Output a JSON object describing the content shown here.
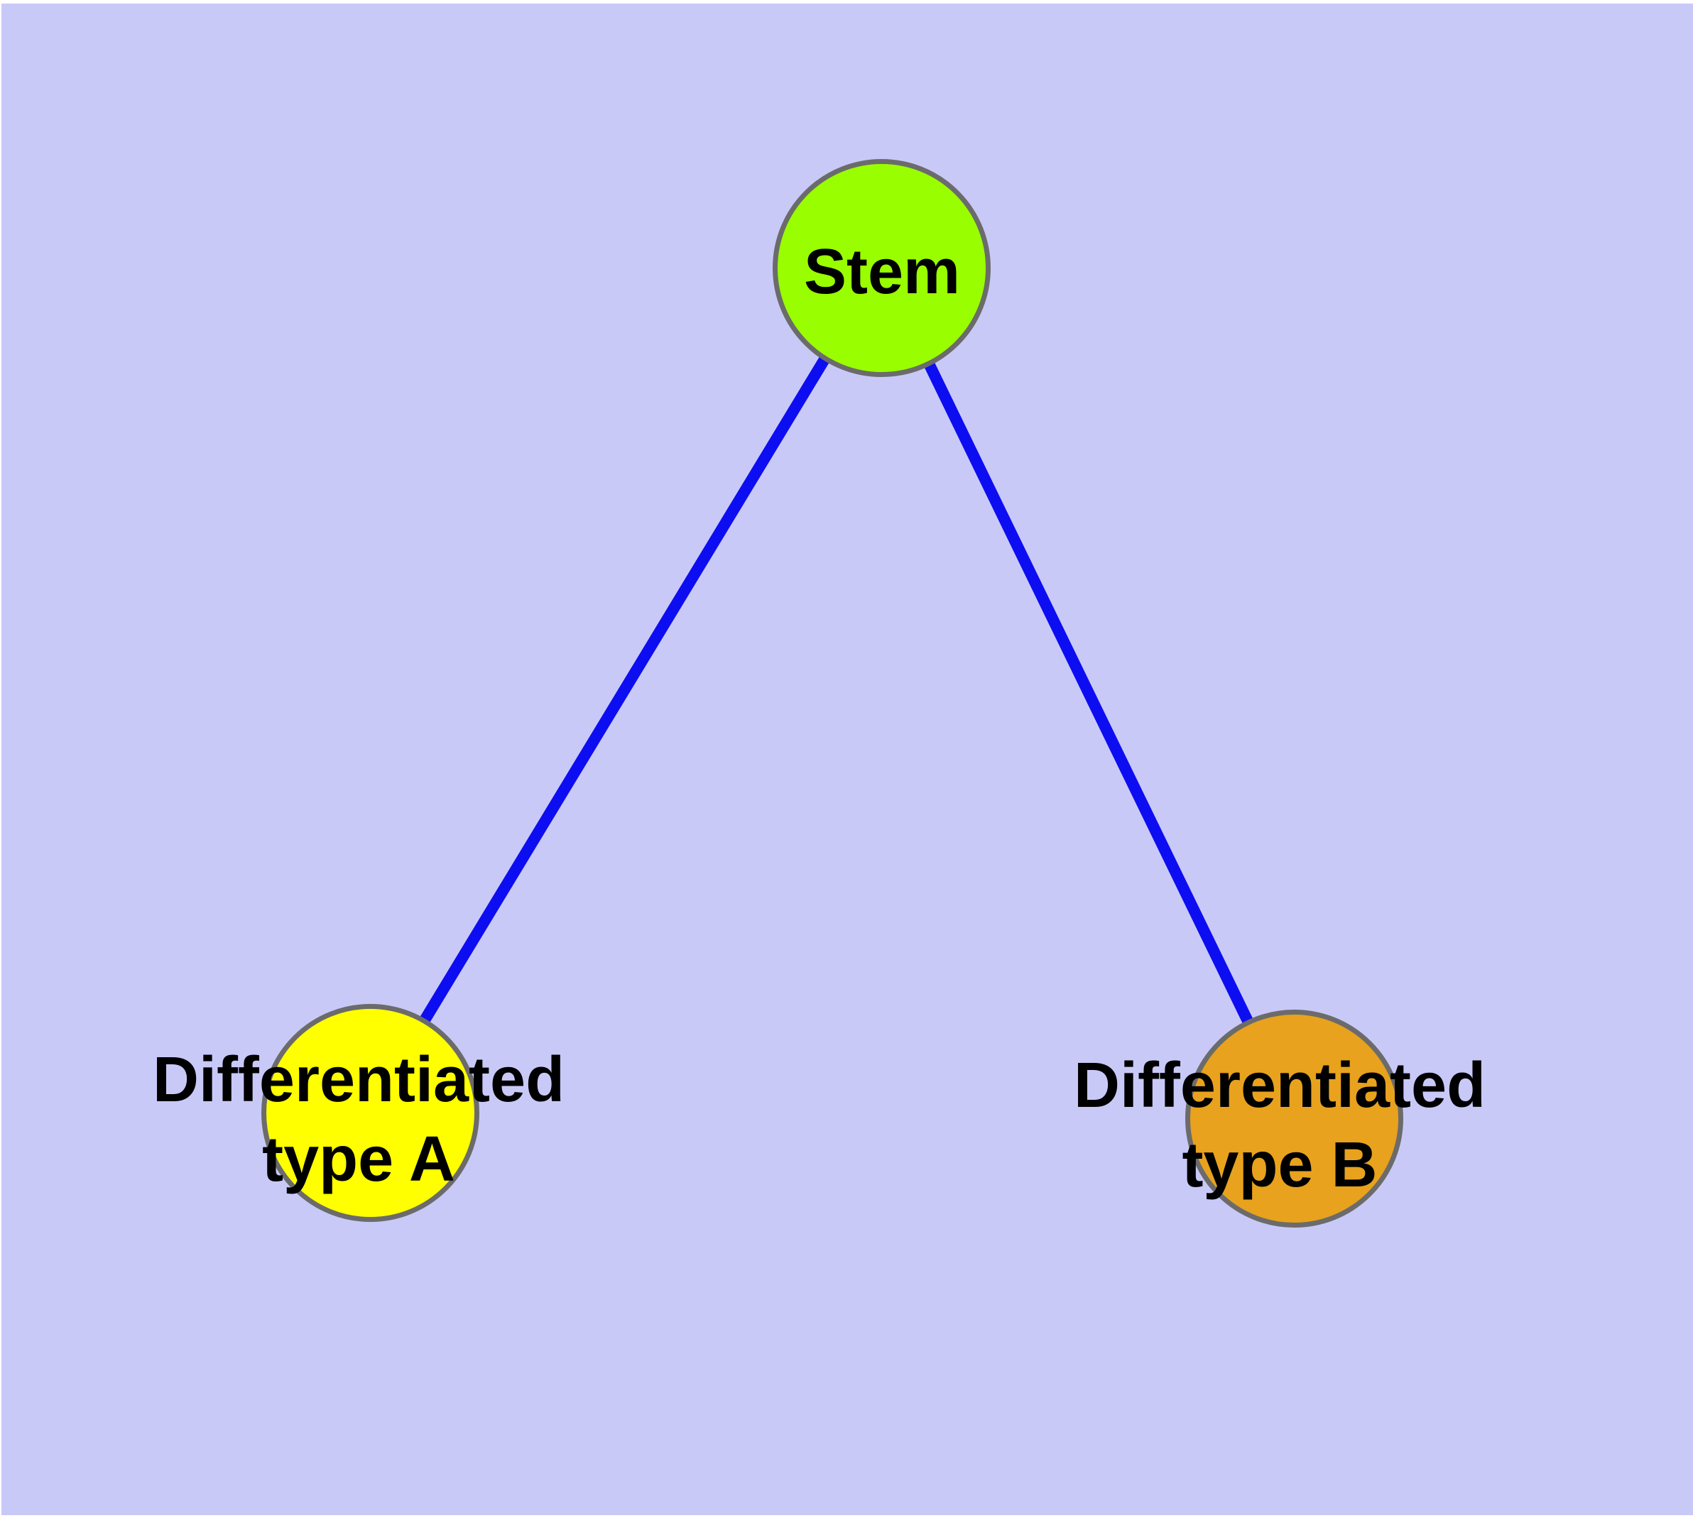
{
  "diagram": {
    "background_color": "#c9c9f8",
    "page_margin_color": "#ffffff",
    "edge_color": "#0d0df2",
    "node_border_color": "#6b6b6b",
    "label_color": "#000000",
    "nodes": [
      {
        "id": "stem",
        "label": "Stem",
        "fill": "#99ff00"
      },
      {
        "id": "typeA",
        "label_line1": "Differentiated",
        "label_line2": "type A",
        "fill": "#ffff00"
      },
      {
        "id": "typeB",
        "label_line1": "Differentiated",
        "label_line2": "type B",
        "fill": "#e8a21d"
      }
    ],
    "edges": [
      {
        "from": "Stem",
        "to": "Differentiated type A"
      },
      {
        "from": "Stem",
        "to": "Differentiated type B"
      }
    ]
  }
}
